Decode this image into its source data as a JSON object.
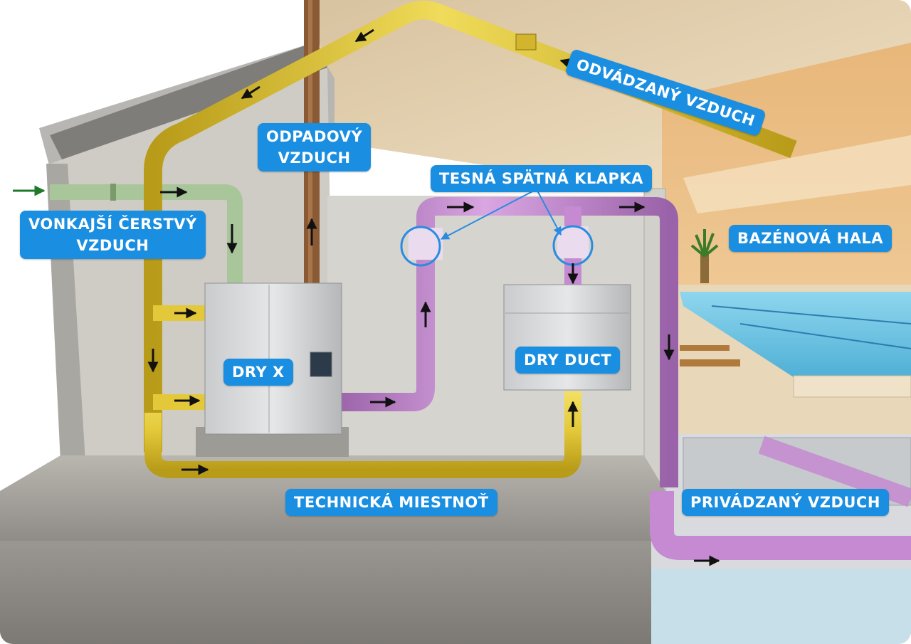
{
  "labels": {
    "odvadzany": "ODVÁDZANÝ VZDUCH",
    "odpadovy_line1": "ODPADOVÝ",
    "odpadovy_line2": "VZDUCH",
    "tesna": "TESNÁ SPÄTNÁ KLAPKA",
    "vonkajsi_line1": "VONKAJŠÍ ČERSTVÝ",
    "vonkajsi_line2": "VZDUCH",
    "bazenova": "BAZÉNOVÁ HALA",
    "dry_x": "DRY X",
    "dry_duct": "DRY DUCT",
    "technicka": "TECHNICKÁ MIESTNOŤ",
    "privadzany": "PRIVÁDZANÝ VZDUCH"
  },
  "colors": {
    "exhaust_duct": "#e3c93a",
    "fresh_air_duct": "#a9c59a",
    "supply_duct": "#c58ad1",
    "waste_chimney": "#8a5a35",
    "label_bg": "#1a8ee0",
    "pool_water": "#6fc8e6"
  }
}
